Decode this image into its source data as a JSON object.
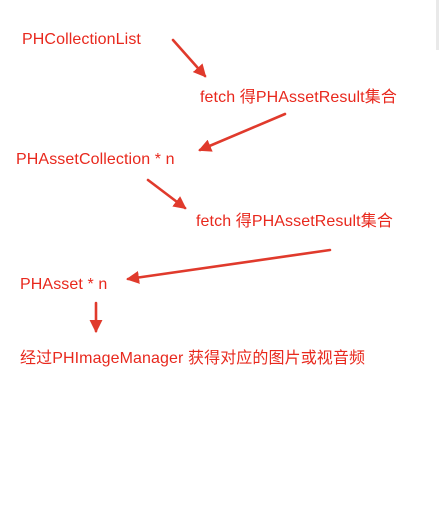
{
  "diagram": {
    "colors": {
      "text": "#e8281d",
      "arrow": "#e03a2c",
      "background": "#ffffff"
    },
    "steps": [
      {
        "id": "phcollectionlist",
        "label": "PHCollectionList"
      },
      {
        "id": "fetch-1",
        "label": "fetch 得PHAssetResult集合"
      },
      {
        "id": "phassetcollection",
        "label": "PHAssetCollection * n"
      },
      {
        "id": "fetch-2",
        "label": "fetch 得PHAssetResult集合"
      },
      {
        "id": "phasset",
        "label": "PHAsset * n"
      },
      {
        "id": "phimagemanager",
        "label": "经过PHImageManager 获得对应的图片或视音频"
      }
    ],
    "arrows": [
      {
        "from": "phcollectionlist",
        "to": "fetch-1"
      },
      {
        "from": "fetch-1",
        "to": "phassetcollection"
      },
      {
        "from": "phassetcollection",
        "to": "fetch-2"
      },
      {
        "from": "fetch-2",
        "to": "phasset"
      },
      {
        "from": "phasset",
        "to": "phimagemanager"
      }
    ]
  }
}
